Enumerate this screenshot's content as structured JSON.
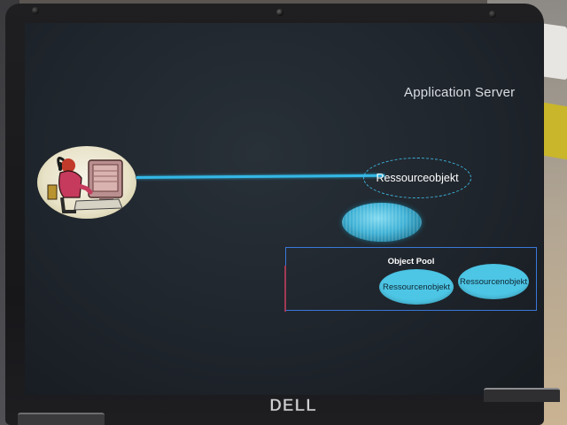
{
  "scene": {
    "description_tag": "photo-of-laptop-slide",
    "brand": "DELL"
  },
  "slide": {
    "title": "Application Server",
    "client_icon": "person-at-computer-icon",
    "requested_object": "Ressourceobjekt",
    "pool": {
      "title": "Object Pool",
      "items": [
        "Ressourcenobjekt",
        "Ressourcenobjekt"
      ]
    }
  },
  "colors": {
    "slide_background": "#1f252c",
    "connector": "#34b8e6",
    "pool_border": "#3a78d8",
    "pool_item": "#4dc6e6",
    "title_text": "#d8dde2"
  }
}
